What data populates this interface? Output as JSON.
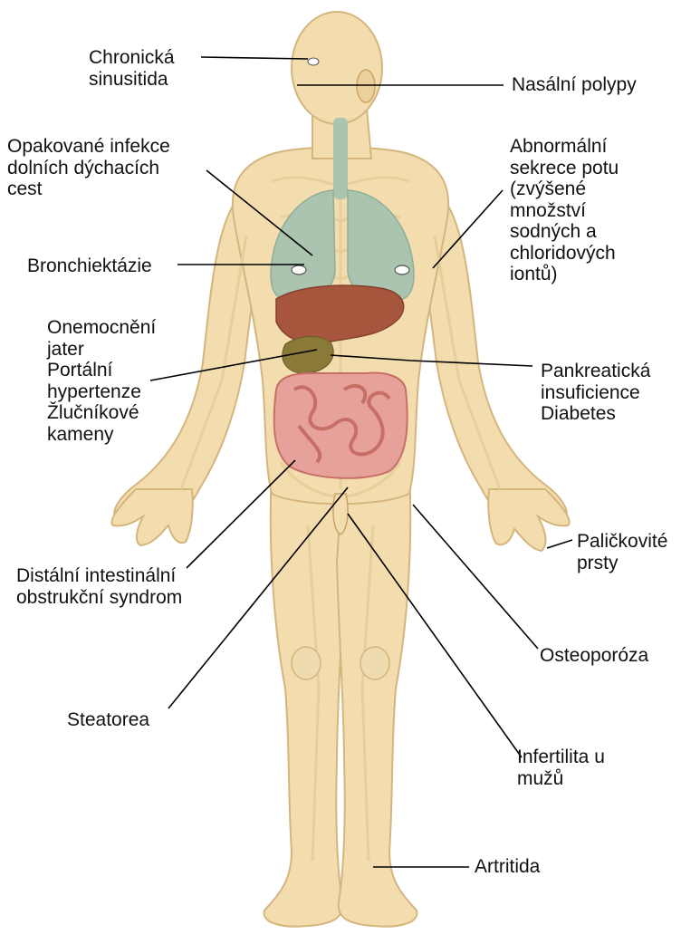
{
  "labels": {
    "chronic_sinusitis": "Chronická\nsinusitida",
    "nasal_polyps": "Nasální polypy",
    "lower_resp_infections": "Opakované infekce\ndolních dýchacích\ncest",
    "abnormal_sweat": "Abnormální\nsekrece potu\n(zvýšené\nmnožství\nsodných a\nchloridových\niontů)",
    "bronchiectasis": "Bronchiektázie",
    "liver_disease": "Onemocnění\njater\nPortální\nhypertenze\nŽlučníkové\nkameny",
    "pancreatic": "Pankreatická\ninsuficience\nDiabetes",
    "clubbing": "Paličkovité\nprsty",
    "dios": "Distální intestinální\nobstrukční syndrom",
    "osteoporosis": "Osteoporóza",
    "steatorrhea": "Steatorea",
    "male_infertility": "Infertilita u\nmužů",
    "arthritis": "Artritida"
  },
  "colors": {
    "skin": "#f3dcae",
    "skin_outline": "#d4b57e",
    "bone": "#efdfb6",
    "lungs": "#aac4b0",
    "liver": "#a8553e",
    "gallbladder": "#8a7a3a",
    "intestine": "#e6a29a",
    "intestine_outline": "#c76f67"
  }
}
